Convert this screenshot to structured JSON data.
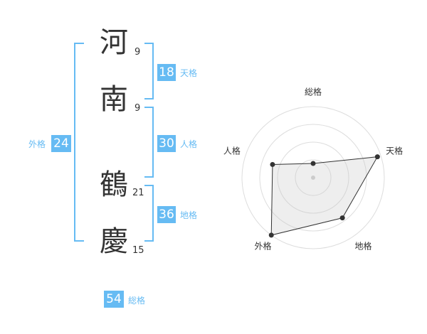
{
  "name_chars": [
    {
      "char": "河",
      "strokes": "9"
    },
    {
      "char": "南",
      "strokes": "9"
    },
    {
      "char": "鶴",
      "strokes": "21"
    },
    {
      "char": "慶",
      "strokes": "15"
    }
  ],
  "fortunes": {
    "tenkaku": {
      "value": "18",
      "label": "天格"
    },
    "jinkaku": {
      "value": "30",
      "label": "人格"
    },
    "chikaku": {
      "value": "36",
      "label": "地格"
    },
    "gaikaku": {
      "value": "24",
      "label": "外格"
    },
    "soukaku": {
      "value": "54",
      "label": "総格"
    }
  },
  "colors": {
    "accent": "#66bbf3",
    "text": "#333333",
    "grid": "#dddddd"
  },
  "chart_data": {
    "type": "radar",
    "axes": [
      "総格",
      "天格",
      "地格",
      "外格",
      "人格"
    ],
    "values": [
      0.2,
      0.95,
      0.7,
      1.0,
      0.6
    ],
    "scale_max": 1,
    "rings": 4,
    "grid": true
  }
}
